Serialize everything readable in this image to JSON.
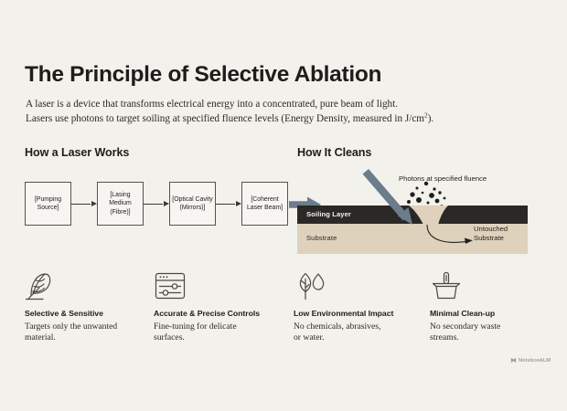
{
  "header": {
    "title": "The Principle of Selective Ablation",
    "subtitle_line1": "A laser is a device that transforms electrical energy into a concentrated, pure beam of light.",
    "subtitle_line2_a": "Lasers use photons to target soiling at specified fluence levels (Energy Density, measured in J/cm",
    "subtitle_line2_sup": "2",
    "subtitle_line2_b": ")."
  },
  "sections": {
    "left_heading": "How a Laser Works",
    "right_heading": "How It Cleans"
  },
  "laser_chain": {
    "boxes": [
      {
        "label": "[Pumping Source]"
      },
      {
        "label": "[Lasing Medium (Fibre)]"
      },
      {
        "label": "[Optical Cavity (Mirrors)]"
      },
      {
        "label": "[Coherent Laser Beam]"
      }
    ],
    "output_arrow_name": "coherent-beam-output-arrow"
  },
  "cleaning_diagram": {
    "photons_label": "Photons at specified fluence",
    "soiling_layer_label": "Soiling Layer",
    "substrate_label": "Substrate",
    "untouched_label_line1": "Untouched",
    "untouched_label_line2": "Substrate"
  },
  "features": [
    {
      "icon": "feather-icon",
      "title": "Selective & Sensitive",
      "desc_line1": "Targets only the unwanted",
      "desc_line2": "material."
    },
    {
      "icon": "sliders-panel-icon",
      "title": "Accurate & Precise Controls",
      "desc_line1": "Fine-tuning for delicate",
      "desc_line2": "surfaces."
    },
    {
      "icon": "leaf-droplet-icon",
      "title": "Low Environmental Impact",
      "desc_line1": "No chemicals, abrasives,",
      "desc_line2": "or water."
    },
    {
      "icon": "dustpan-icon",
      "title": "Minimal Clean-up",
      "desc_line1": "No secondary waste",
      "desc_line2": "streams."
    }
  ],
  "watermark": {
    "text": "NotebookLM"
  },
  "colors": {
    "background": "#f2f1ec",
    "soiling_layer": "#2b2926",
    "substrate": "#ded2bc",
    "beam_arrow": "#6b7d8c",
    "box_border": "#55534f",
    "text": "#24221f"
  }
}
